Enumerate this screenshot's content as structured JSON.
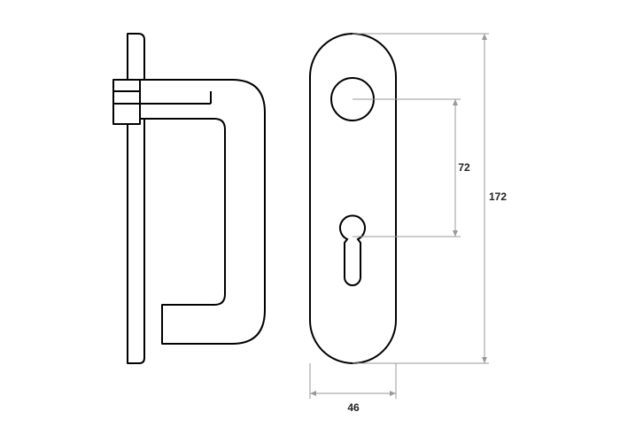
{
  "dimensions": {
    "width_label": "46",
    "center_distance_label": "72",
    "height_label": "172"
  },
  "colors": {
    "outline": "#000000",
    "dimension_line": "#9a9a9a",
    "label": "#222222"
  }
}
